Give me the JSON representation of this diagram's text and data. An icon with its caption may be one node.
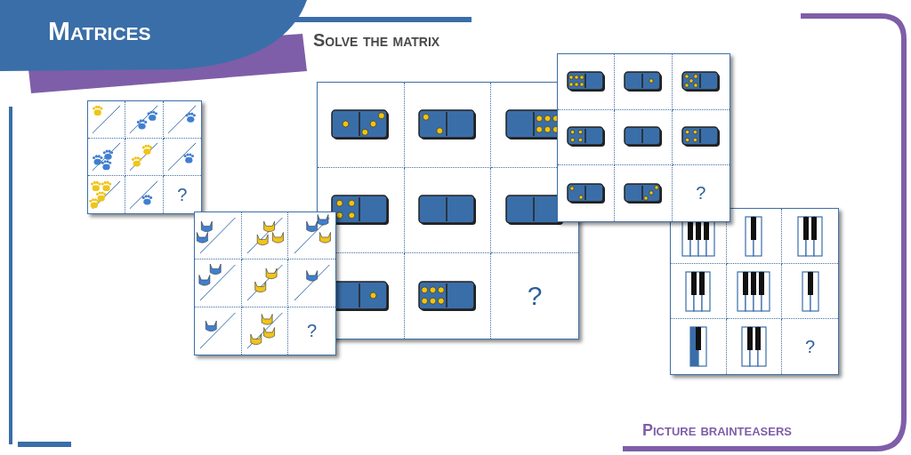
{
  "diagram": {
    "title": "Matrices",
    "labels": [
      "Solve the matrix",
      "?",
      "?",
      "?",
      "?",
      "?",
      "Picture brainteasers"
    ]
  }
}
